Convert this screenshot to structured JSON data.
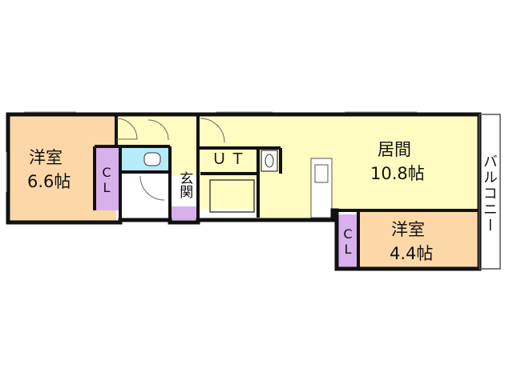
{
  "rooms": {
    "western_room_left": {
      "name": "洋室",
      "size": "6.6帖"
    },
    "living": {
      "name": "居間",
      "size": "10.8帖"
    },
    "western_room_right": {
      "name": "洋室",
      "size": "4.4帖"
    },
    "closet_left": {
      "c": "C",
      "l": "L"
    },
    "closet_right": {
      "c": "C",
      "l": "L"
    },
    "utility": {
      "label": "ＵＴ"
    },
    "entrance": {
      "label": "玄関"
    },
    "balcony": {
      "label": "バルコニー"
    }
  },
  "colors": {
    "western_room": "#fcd8a8",
    "living": "#fefcc0",
    "closet": "#d8b0ec",
    "utility": "#b4ecfa",
    "wall": "#111111"
  }
}
